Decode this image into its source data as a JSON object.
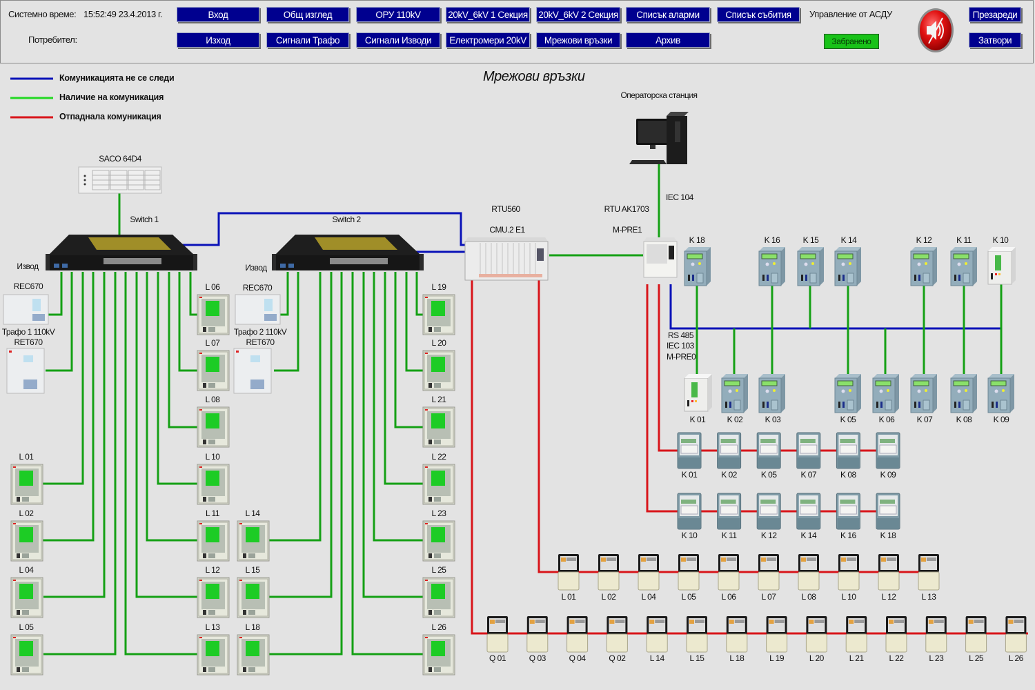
{
  "header": {
    "system_time_label": "Системно време:",
    "system_time_value": "15:52:49  23.4.2013 г.",
    "user_label": "Потребител:",
    "user_value": "",
    "nav_row1": [
      "Вход",
      "Общ изглед",
      "ОРУ 110kV",
      "20kV_6kV 1 Секция",
      "20kV_6kV 2 Секция",
      "Списък аларми",
      "Списък събития"
    ],
    "nav_row2": [
      "Изход",
      "Сигнали Трафо",
      "Сигнали Изводи",
      "Електромери 20kV",
      "Мрежови връзки",
      "Архив"
    ],
    "control_label": "Управление от АСДУ",
    "control_status": "Забранено",
    "control_status_color": "#19c219",
    "mute_icon": "speaker-muted-icon",
    "reload_label": "Презареди",
    "close_label": "Затвори",
    "button_color": "#00008f"
  },
  "page_title": "Мрежови връзки",
  "legend": [
    {
      "label": "Комуникацията не се следи",
      "color": "#0a12b8"
    },
    {
      "label": "Наличие на комуникация",
      "color": "#14a014"
    },
    {
      "label": "Отпаднала комуникация",
      "color": "#d8141a"
    }
  ],
  "colors": {
    "blue": "#0a12b8",
    "green": "#14a014",
    "red": "#d8141a",
    "background": "#e3e3e3"
  },
  "devices": {
    "saco": "SACO 64D4",
    "switch1": "Switch 1",
    "switch2": "Switch 2",
    "izvod": "Извод",
    "rec670": "REC670",
    "trafo1": "Трафо 1 110kV",
    "trafo2": "Трафо 2 110kV",
    "ret670": "RET670",
    "rtu560": "RTU560",
    "cmu": "CMU.2 E1",
    "rtu_ak": "RTU AK1703",
    "mpre1": "M-PRE1",
    "operator": "Операторска станция",
    "iec104": "IEC 104",
    "rs485": "RS 485",
    "iec103": "IEC 103",
    "mpre0": "M-PRE0"
  },
  "switch1_relays_left": [
    "L 01",
    "L 02",
    "L 04",
    "L 05"
  ],
  "switch1_relays_right": [
    "L 06",
    "L 07",
    "L 08",
    "L 10",
    "L 11",
    "L 12",
    "L 13"
  ],
  "switch2_relays_left": [
    "L 14",
    "L 15",
    "L 18"
  ],
  "switch2_relays_right": [
    "L 19",
    "L 20",
    "L 21",
    "L 22",
    "L 23",
    "L 25",
    "L 26"
  ],
  "k_relays_top": [
    "K 18",
    "K 16",
    "K 15",
    "K 14",
    "K 12",
    "K 11",
    "K 10"
  ],
  "k_relays_bottom": [
    "K 01",
    "K 02",
    "K 03",
    "K 05",
    "K 06",
    "K 07",
    "K 08",
    "K 09"
  ],
  "k_meters_row1": [
    "K 01",
    "K 02",
    "K 05",
    "K 07",
    "K 08",
    "K 09"
  ],
  "k_meters_row2": [
    "K 10",
    "K 11",
    "K 12",
    "K 14",
    "K 16",
    "K 18"
  ],
  "l_meters_row1": [
    "L 01",
    "L 02",
    "L 04",
    "L 05",
    "L 06",
    "L 07",
    "L 08",
    "L 10",
    "L 12",
    "L 13"
  ],
  "l_meters_row2": [
    "Q 01",
    "Q 03",
    "Q 04",
    "Q 02",
    "L 14",
    "L 15",
    "L 18",
    "L 19",
    "L 20",
    "L 21",
    "L 22",
    "L 23",
    "L 25",
    "L 26"
  ]
}
